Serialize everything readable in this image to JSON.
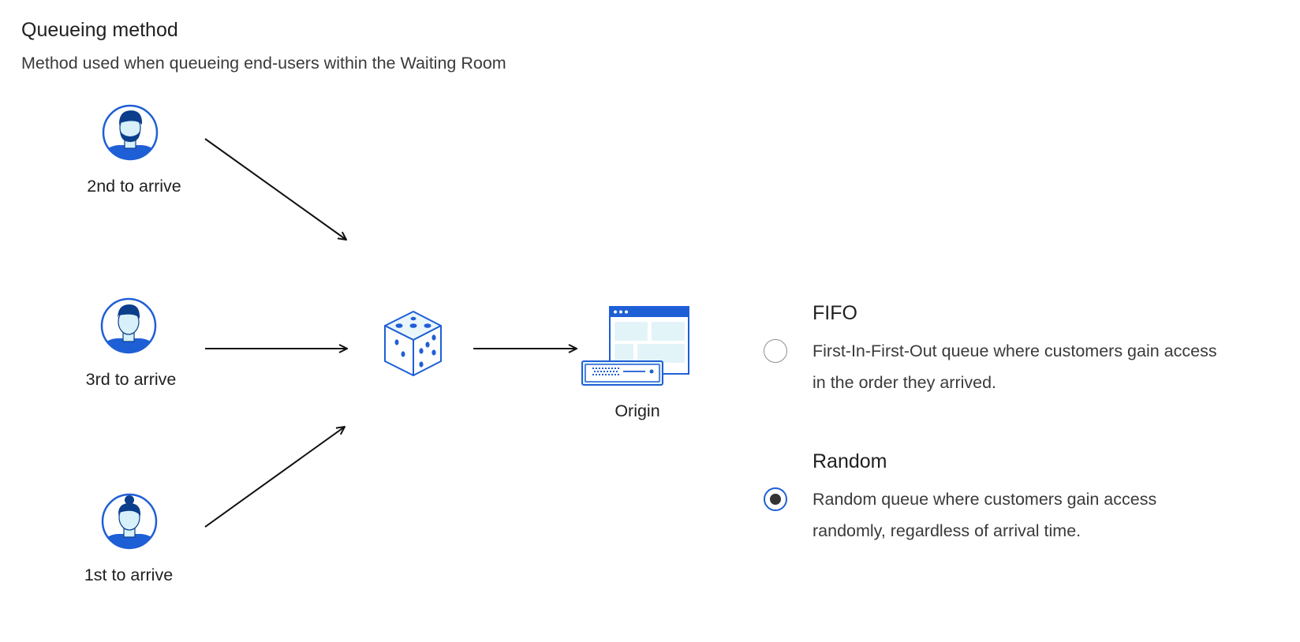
{
  "header": {
    "title": "Queueing method",
    "subtitle": "Method used when queueing end-users within the Waiting Room"
  },
  "diagram": {
    "users": [
      {
        "label": "2nd to arrive",
        "icon": "man-with-beard-avatar-icon"
      },
      {
        "label": "3rd to arrive",
        "icon": "man-avatar-icon"
      },
      {
        "label": "1st to arrive",
        "icon": "woman-avatar-icon"
      }
    ],
    "randomizer_icon": "dice-icon",
    "origin": {
      "label": "Origin",
      "icon": "origin-server-icon"
    },
    "colors": {
      "primary": "#1f5fd6",
      "light_fill": "#e3f4f9",
      "skin": "#d7f0fa",
      "hair": "#0b3f8c",
      "arrow": "#111111"
    }
  },
  "options": [
    {
      "id": "fifo",
      "title": "FIFO",
      "description": "First-In-First-Out queue where customers gain access in the order they arrived.",
      "selected": false
    },
    {
      "id": "random",
      "title": "Random",
      "description": "Random queue where customers gain access randomly, regardless of arrival time.",
      "selected": true
    }
  ]
}
